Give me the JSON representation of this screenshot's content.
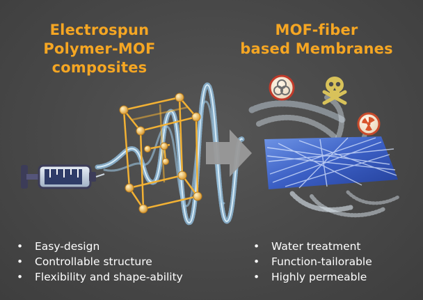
{
  "colors": {
    "background": "#4a4a4a",
    "title": "#f5a623",
    "text": "#ffffff",
    "fiber": "#a9cde6",
    "mof_frame": "#f2b134",
    "membrane": "#3d63c8",
    "arrow": "#9a9a9a"
  },
  "left": {
    "title_lines": [
      "Electrospun",
      "Polymer-MOF",
      "composites"
    ],
    "features": [
      "Easy-design",
      "Controllable structure",
      "Flexibility and shape-ability"
    ]
  },
  "right": {
    "title_lines": [
      "MOF-fiber",
      "based Membranes"
    ],
    "features": [
      "Water treatment",
      "Function-tailorable",
      "Highly permeable"
    ]
  },
  "icons": [
    "biohazard-icon",
    "skull-crossbones-icon",
    "radiation-icon",
    "syringe-icon",
    "mof-cube-icon",
    "arrow-right-icon"
  ]
}
